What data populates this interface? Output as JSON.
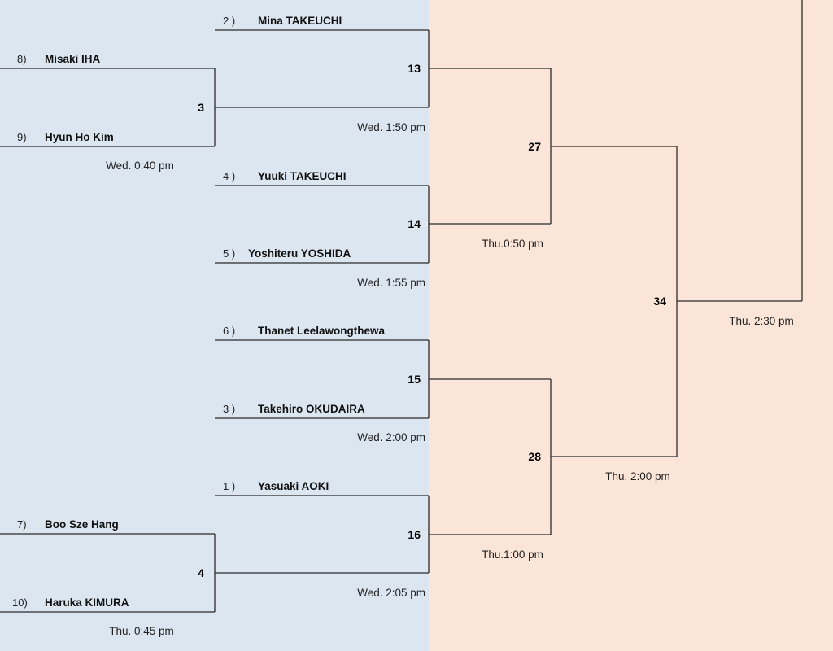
{
  "colors": {
    "left_panel": "#dce6f1",
    "right_panel": "#fbe5d8",
    "line": "#2b2b2b"
  },
  "players": [
    {
      "seed": "2 )",
      "name": "Mina TAKEUCHI"
    },
    {
      "seed": "8)",
      "name": "Misaki IHA"
    },
    {
      "seed": "9)",
      "name": "Hyun Ho Kim"
    },
    {
      "seed": "4 )",
      "name": "Yuuki TAKEUCHI"
    },
    {
      "seed": "5 )",
      "name": "Yoshiteru YOSHIDA"
    },
    {
      "seed": "6 )",
      "name": "Thanet Leelawongthewa"
    },
    {
      "seed": "3 )",
      "name": "Takehiro OKUDAIRA"
    },
    {
      "seed": "1 )",
      "name": "Yasuaki AOKI"
    },
    {
      "seed": "7)",
      "name": "Boo Sze Hang"
    },
    {
      "seed": "10)",
      "name": "Haruka KIMURA"
    }
  ],
  "matches": [
    {
      "number": "3",
      "time": "Wed. 0:40 pm"
    },
    {
      "number": "4",
      "time": "Thu. 0:45 pm"
    },
    {
      "number": "13",
      "time": "Wed. 1:50 pm"
    },
    {
      "number": "14",
      "time": "Wed. 1:55 pm"
    },
    {
      "number": "15",
      "time": "Wed. 2:00 pm"
    },
    {
      "number": "16",
      "time": "Wed. 2:05 pm"
    },
    {
      "number": "27",
      "time": "Thu.0:50 pm"
    },
    {
      "number": "28",
      "time": "Thu.1:00 pm"
    },
    {
      "number": "34",
      "time": "Thu. 2:00 pm"
    },
    {
      "number": "",
      "time": "Thu. 2:30 pm"
    }
  ]
}
